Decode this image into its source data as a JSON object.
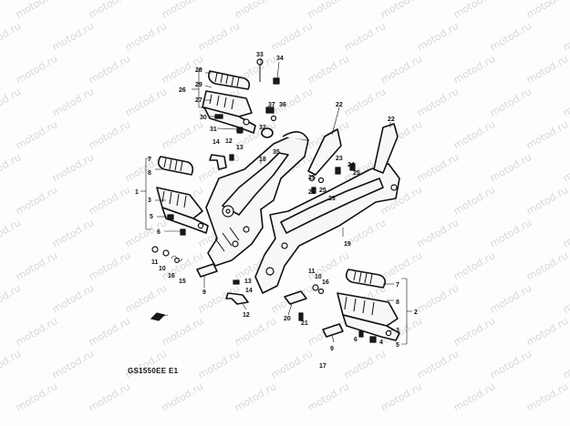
{
  "watermark": {
    "text": "motod.ru"
  },
  "model_code": "GS1550EE E1",
  "callouts": [
    "1",
    "2",
    "3",
    "4",
    "5",
    "6",
    "7",
    "8",
    "9",
    "10",
    "11",
    "12",
    "13",
    "14",
    "15",
    "16",
    "17",
    "18",
    "19",
    "20",
    "21",
    "22",
    "23",
    "24",
    "25",
    "26",
    "27",
    "28",
    "29",
    "30",
    "31",
    "32",
    "33",
    "34",
    "35",
    "36",
    "37"
  ]
}
